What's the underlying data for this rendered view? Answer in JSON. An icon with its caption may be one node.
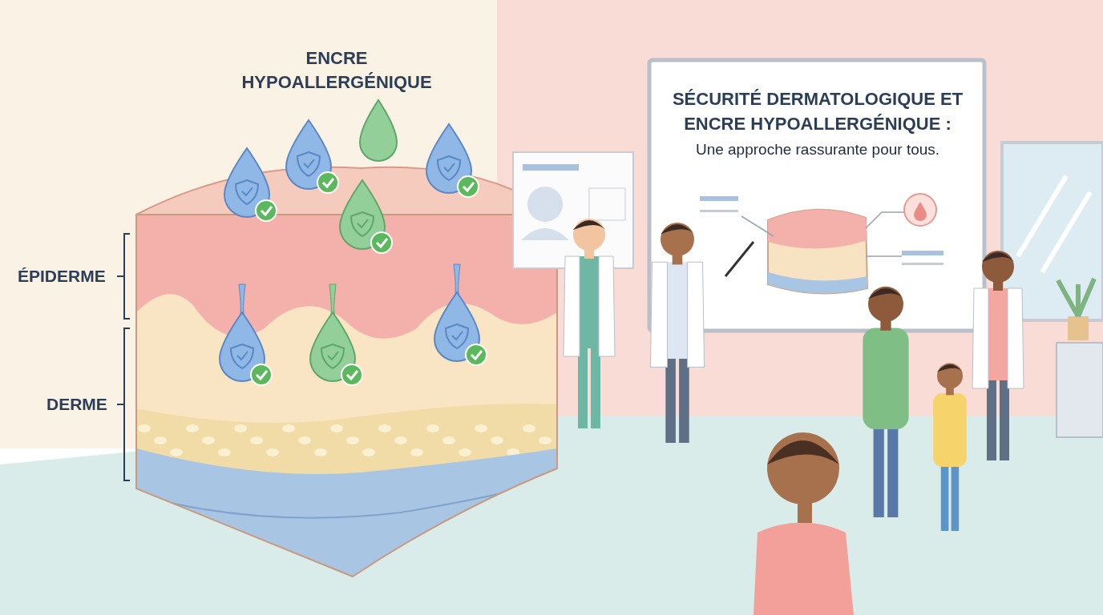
{
  "diagram": {
    "title": "SÉCURITÉ DERMATOLOGIQUE ET ENCRE HYPOALLERGÉNIQUE :",
    "labels": [
      "ENCRE HYPOALLERGÉNIQUE",
      "Une approche rassurante pour tous.",
      "ÉPIDERME",
      "DERME"
    ]
  }
}
